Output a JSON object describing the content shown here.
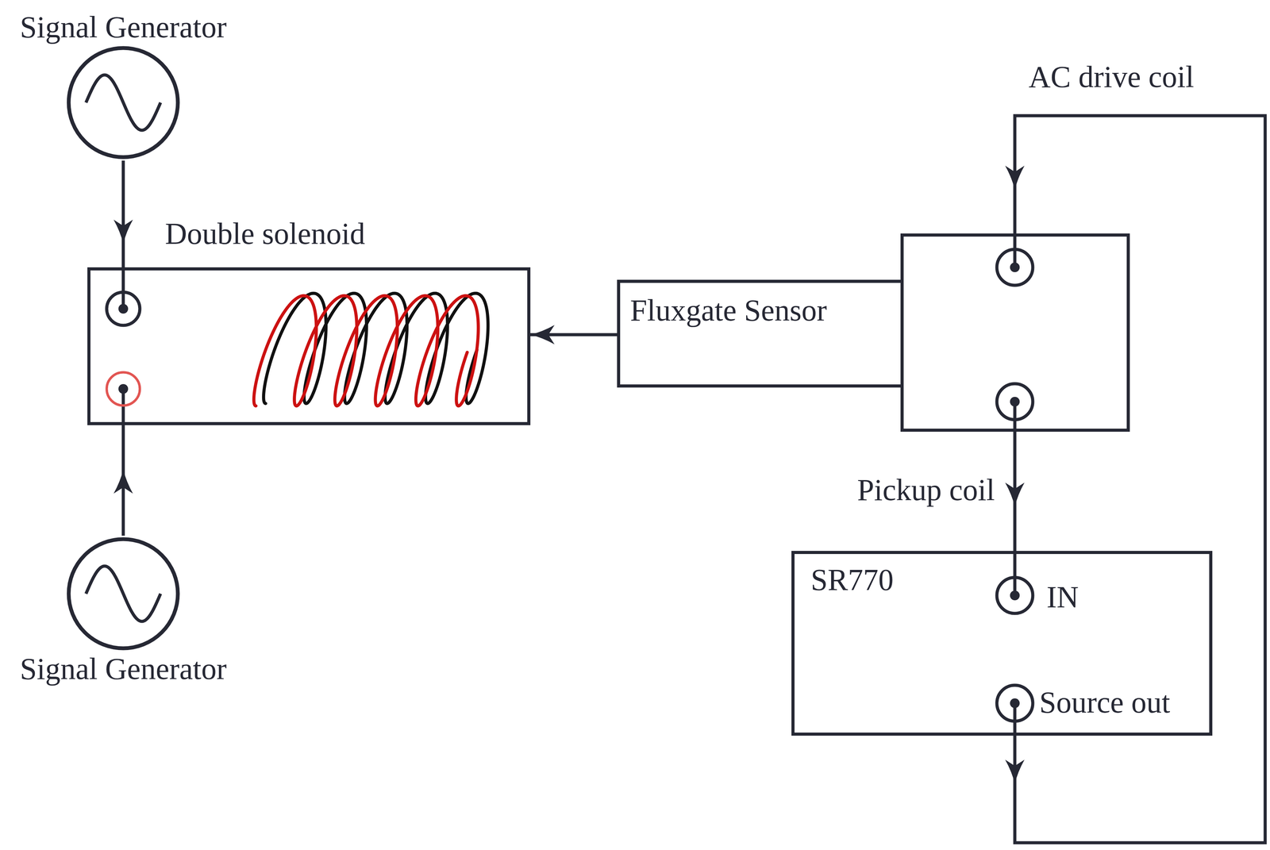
{
  "diagram": {
    "nodes": [
      {
        "text": [
          "Signal Generator"
        ]
      },
      {
        "text": [
          "Double solenoid"
        ]
      },
      {
        "text": [
          "Fluxgate Sensor"
        ]
      },
      {
        "text": [
          "Signal Generator"
        ]
      },
      {
        "text": [
          "SR770"
        ]
      }
    ],
    "edges": [
      {
        "from": 0,
        "to": 1,
        "arrow": "to"
      },
      {
        "from": 3,
        "to": 1,
        "arrow": "to"
      },
      {
        "from": 2,
        "to": 1,
        "arrow": "to"
      },
      {
        "from": 2,
        "to": 4,
        "label": "Pickup coil",
        "arrow": "to"
      },
      {
        "from": 4,
        "to": 2,
        "label": "AC drive coil",
        "arrow": "to"
      }
    ],
    "labels": [
      "IN",
      "Source out"
    ]
  }
}
